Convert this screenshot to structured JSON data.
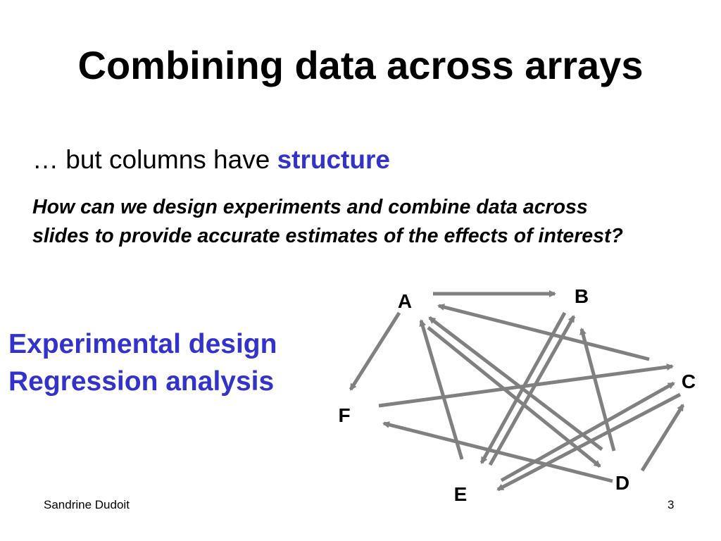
{
  "slide": {
    "title": "Combining data across arrays",
    "bullet_prefix": "… but columns have ",
    "bullet_emphasis": "structure",
    "question": "How can we design experiments and combine data across slides to provide accurate estimates of the effects of interest?",
    "topics": [
      "Experimental design",
      "Regression analysis"
    ],
    "author": "Sandrine Dudoit",
    "page_number": "3"
  },
  "diagram": {
    "nodes": [
      "A",
      "B",
      "C",
      "D",
      "E",
      "F"
    ],
    "edges": [
      {
        "from": "A",
        "to": "B"
      },
      {
        "from": "A",
        "to": "F"
      },
      {
        "from": "C",
        "to": "A"
      },
      {
        "from": "D",
        "to": "A"
      },
      {
        "from": "A",
        "to": "D"
      },
      {
        "from": "E",
        "to": "A"
      },
      {
        "from": "E",
        "to": "B"
      },
      {
        "from": "B",
        "to": "E"
      },
      {
        "from": "D",
        "to": "B"
      },
      {
        "from": "F",
        "to": "C"
      },
      {
        "from": "E",
        "to": "C"
      },
      {
        "from": "C",
        "to": "E"
      },
      {
        "from": "D",
        "to": "C"
      },
      {
        "from": "D",
        "to": "F"
      }
    ],
    "arrow_color": "#808080",
    "accent_color": "#3333cc"
  }
}
